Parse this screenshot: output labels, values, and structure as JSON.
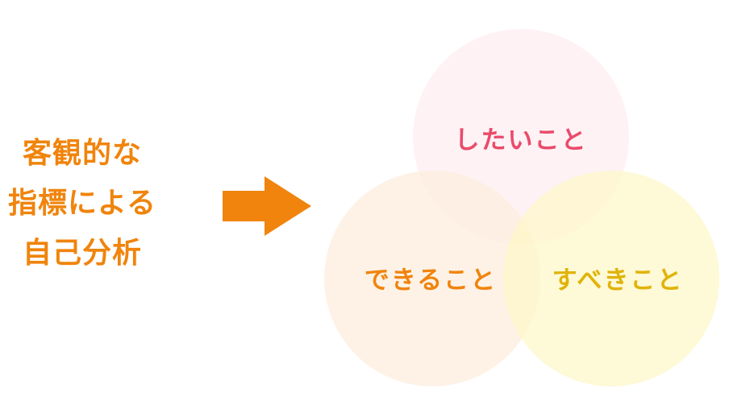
{
  "title": {
    "lines": [
      "客観的な",
      "指標による",
      "自己分析"
    ],
    "color": "#f0840c"
  },
  "arrow": {
    "icon": "right-arrow-icon",
    "color": "#f0840c"
  },
  "venn": {
    "circles": [
      {
        "label": "したいこと",
        "fill": "#fdeef2",
        "label_color": "#ea4b6a"
      },
      {
        "label": "できること",
        "fill": "#fdeede",
        "label_color": "#f0840c"
      },
      {
        "label": "すべきこと",
        "fill": "#fdf7c8",
        "label_color": "#e0b307"
      }
    ]
  }
}
